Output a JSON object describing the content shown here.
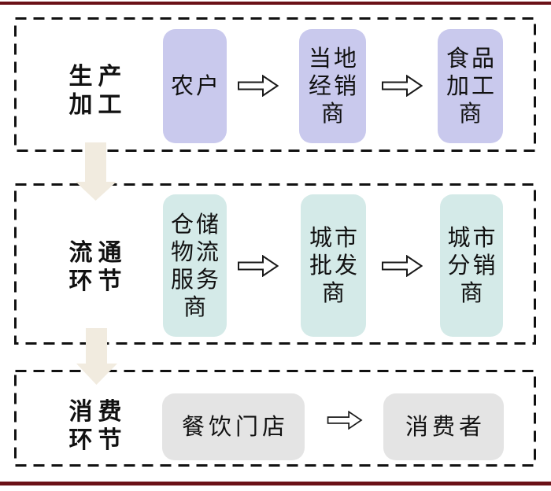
{
  "colors": {
    "rule": "#6b1117",
    "dash_border": "#111111",
    "production_node": "#c9c9ed",
    "circulation_node": "#d4eae8",
    "consumption_node": "#e4e4e4",
    "down_arrow": "#f1ebdf",
    "flow_arrow_fill": "#ffffff",
    "flow_arrow_stroke": "#1a1a1a"
  },
  "diagram": {
    "sections": [
      {
        "label_lines": [
          "生产",
          "加工"
        ],
        "nodes": [
          {
            "lines": [
              "农户"
            ]
          },
          {
            "lines": [
              "当地",
              "经销",
              "商"
            ]
          },
          {
            "lines": [
              "食品",
              "加工",
              "商"
            ]
          }
        ]
      },
      {
        "label_lines": [
          "流通",
          "环节"
        ],
        "nodes": [
          {
            "lines": [
              "仓储",
              "物流",
              "服务",
              "商"
            ]
          },
          {
            "lines": [
              "城市",
              "批发",
              "商"
            ]
          },
          {
            "lines": [
              "城市",
              "分销",
              "商"
            ]
          }
        ]
      },
      {
        "label_lines": [
          "消费",
          "环节"
        ],
        "nodes": [
          {
            "lines": [
              "餐饮门店"
            ]
          },
          {
            "lines": [
              "消费者"
            ]
          }
        ]
      }
    ]
  }
}
